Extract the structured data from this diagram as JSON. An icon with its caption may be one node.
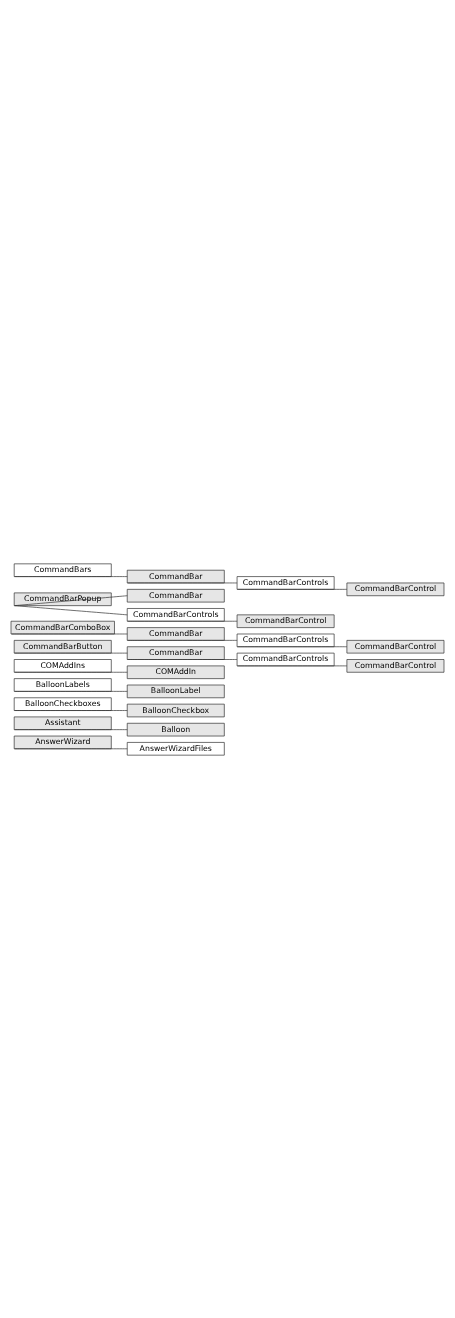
{
  "diagram": {
    "nodes": [
      {
        "text": [
          "AnswerWizard"
        ]
      },
      {
        "text": [
          "AnswerWizardFiles"
        ]
      },
      {
        "text": [
          "Assistant"
        ]
      },
      {
        "text": [
          "Balloon"
        ]
      },
      {
        "text": [
          "BalloonCheckboxes"
        ]
      },
      {
        "text": [
          "BalloonCheckbox"
        ]
      },
      {
        "text": [
          "BalloonLabels"
        ]
      },
      {
        "text": [
          "BalloonLabel"
        ]
      },
      {
        "text": [
          "COMAddIns"
        ]
      },
      {
        "text": [
          "COMAddIn"
        ]
      },
      {
        "text": [
          "CommandBarButton"
        ]
      },
      {
        "text": [
          "CommandBar"
        ]
      },
      {
        "text": [
          "CommandBarControls"
        ]
      },
      {
        "text": [
          "CommandBarControl"
        ]
      },
      {
        "text": [
          "CommandBarComboBox"
        ]
      },
      {
        "text": [
          "CommandBar"
        ]
      },
      {
        "text": [
          "CommandBarControls"
        ]
      },
      {
        "text": [
          "CommandBarControl"
        ]
      },
      {
        "text": [
          "CommandBarPopup"
        ]
      },
      {
        "text": [
          "CommandBar"
        ]
      },
      {
        "text": [
          "CommandBarControls"
        ]
      },
      {
        "text": [
          "CommandBarControl"
        ]
      },
      {
        "text": [
          "CommandBars"
        ]
      },
      {
        "text": [
          "CommandBar"
        ]
      },
      {
        "text": [
          "CommandBarControls"
        ]
      },
      {
        "text": [
          "CommandBarControl"
        ]
      }
    ],
    "edges": [
      {
        "from": 0,
        "to": 1,
        "arrow": "none"
      },
      {
        "from": 2,
        "to": 3,
        "arrow": "none"
      },
      {
        "from": 4,
        "to": 5,
        "arrow": "none"
      },
      {
        "from": 6,
        "to": 7,
        "arrow": "none"
      },
      {
        "from": 8,
        "to": 9,
        "arrow": "none"
      },
      {
        "from": 10,
        "to": 11,
        "arrow": "none"
      },
      {
        "from": 11,
        "to": 12,
        "arrow": "none"
      },
      {
        "from": 12,
        "to": 13,
        "arrow": "none"
      },
      {
        "from": 14,
        "to": 15,
        "arrow": "none"
      },
      {
        "from": 15,
        "to": 16,
        "arrow": "none"
      },
      {
        "from": 16,
        "to": 17,
        "arrow": "none"
      },
      {
        "from": 18,
        "to": 19,
        "arrow": "none"
      },
      {
        "from": 18,
        "to": 20,
        "arrow": "none"
      },
      {
        "from": 20,
        "to": 21,
        "arrow": "none"
      },
      {
        "from": 22,
        "to": 23,
        "arrow": "none"
      },
      {
        "from": 23,
        "to": 24,
        "arrow": "none"
      },
      {
        "from": 24,
        "to": 25,
        "arrow": "none"
      }
    ]
  }
}
